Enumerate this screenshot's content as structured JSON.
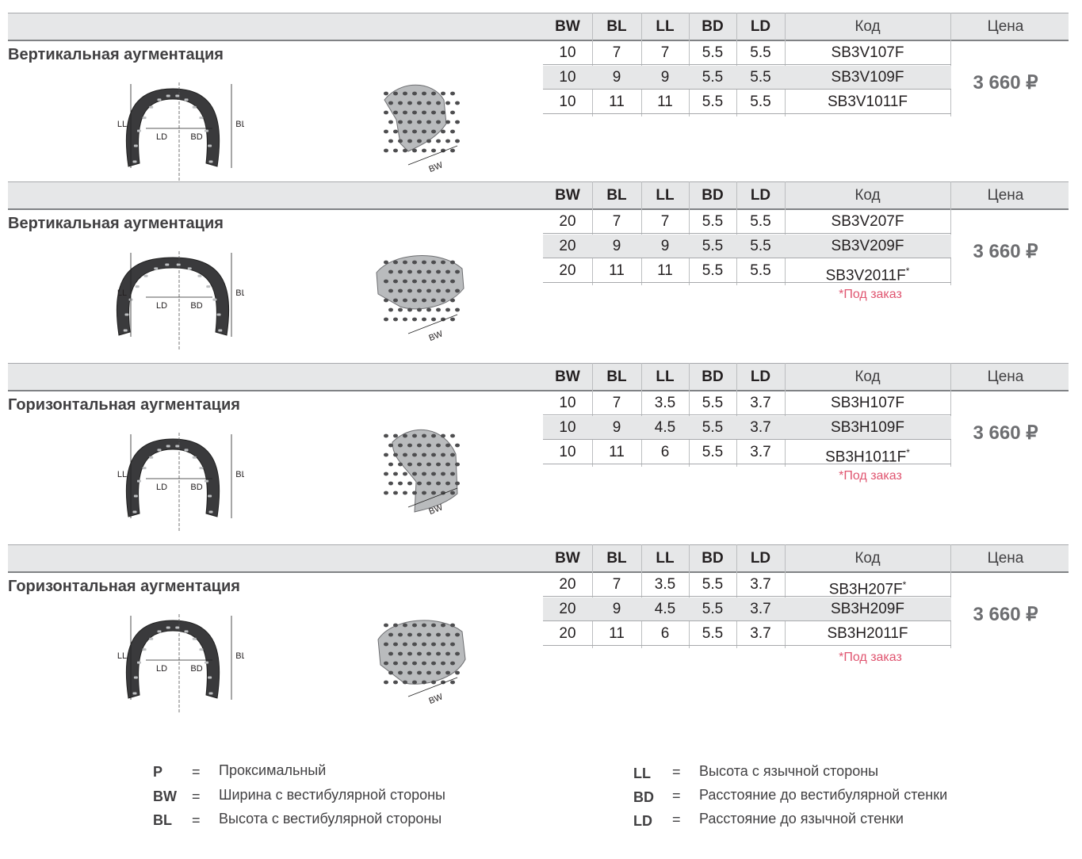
{
  "columns": {
    "bw": "BW",
    "bl": "BL",
    "ll": "LL",
    "bd": "BD",
    "ld": "LD",
    "code": "Код",
    "price": "Цена"
  },
  "sections": [
    {
      "title": "Вертикальная аугментация",
      "price": "3 660 ₽",
      "note": "",
      "rows": [
        {
          "bw": "10",
          "bl": "7",
          "ll": "7",
          "bd": "5.5",
          "ld": "5.5",
          "code": "SB3V107F",
          "mark": ""
        },
        {
          "bw": "10",
          "bl": "9",
          "ll": "9",
          "bd": "5.5",
          "ld": "5.5",
          "code": "SB3V109F",
          "mark": ""
        },
        {
          "bw": "10",
          "bl": "11",
          "ll": "11",
          "bd": "5.5",
          "ld": "5.5",
          "code": "SB3V1011F",
          "mark": ""
        }
      ]
    },
    {
      "title": "Вертикальная аугментация",
      "price": "3 660 ₽",
      "note": "*Под заказ",
      "rows": [
        {
          "bw": "20",
          "bl": "7",
          "ll": "7",
          "bd": "5.5",
          "ld": "5.5",
          "code": "SB3V207F",
          "mark": ""
        },
        {
          "bw": "20",
          "bl": "9",
          "ll": "9",
          "bd": "5.5",
          "ld": "5.5",
          "code": "SB3V209F",
          "mark": ""
        },
        {
          "bw": "20",
          "bl": "11",
          "ll": "11",
          "bd": "5.5",
          "ld": "5.5",
          "code": "SB3V2011F",
          "mark": "*"
        }
      ]
    },
    {
      "title": "Горизонтальная аугментация",
      "price": "3 660 ₽",
      "note": "*Под заказ",
      "rows": [
        {
          "bw": "10",
          "bl": "7",
          "ll": "3.5",
          "bd": "5.5",
          "ld": "3.7",
          "code": "SB3H107F",
          "mark": ""
        },
        {
          "bw": "10",
          "bl": "9",
          "ll": "4.5",
          "bd": "5.5",
          "ld": "3.7",
          "code": "SB3H109F",
          "mark": ""
        },
        {
          "bw": "10",
          "bl": "11",
          "ll": "6",
          "bd": "5.5",
          "ld": "3.7",
          "code": "SB3H1011F",
          "mark": "*"
        }
      ]
    },
    {
      "title": "Горизонтальная аугментация",
      "price": "3 660 ₽",
      "note": "*Под заказ",
      "rows": [
        {
          "bw": "20",
          "bl": "7",
          "ll": "3.5",
          "bd": "5.5",
          "ld": "3.7",
          "code": "SB3H207F",
          "mark": "*"
        },
        {
          "bw": "20",
          "bl": "9",
          "ll": "4.5",
          "bd": "5.5",
          "ld": "3.7",
          "code": "SB3H209F",
          "mark": ""
        },
        {
          "bw": "20",
          "bl": "11",
          "ll": "6",
          "bd": "5.5",
          "ld": "3.7",
          "code": "SB3H2011F",
          "mark": ""
        }
      ]
    }
  ],
  "diagram_labels": {
    "ll": "LL",
    "bl": "BL",
    "ld": "LD",
    "bd": "BD",
    "bw": "BW"
  },
  "legend": {
    "left": [
      {
        "abbr": "P",
        "eq": "=",
        "desc": "Проксимальный"
      },
      {
        "abbr": "BW",
        "eq": "=",
        "desc": "Ширина с вестибулярной стороны"
      },
      {
        "abbr": "BL",
        "eq": "=",
        "desc": "Высота с вестибулярной стороны"
      }
    ],
    "right": [
      {
        "abbr": "LL",
        "eq": "=",
        "desc": "Высота с язычной стороны"
      },
      {
        "abbr": "BD",
        "eq": "=",
        "desc": "Расстояние до вестибулярной стенки"
      },
      {
        "abbr": "LD",
        "eq": "=",
        "desc": "Расстояние до язычной стенки"
      }
    ]
  }
}
